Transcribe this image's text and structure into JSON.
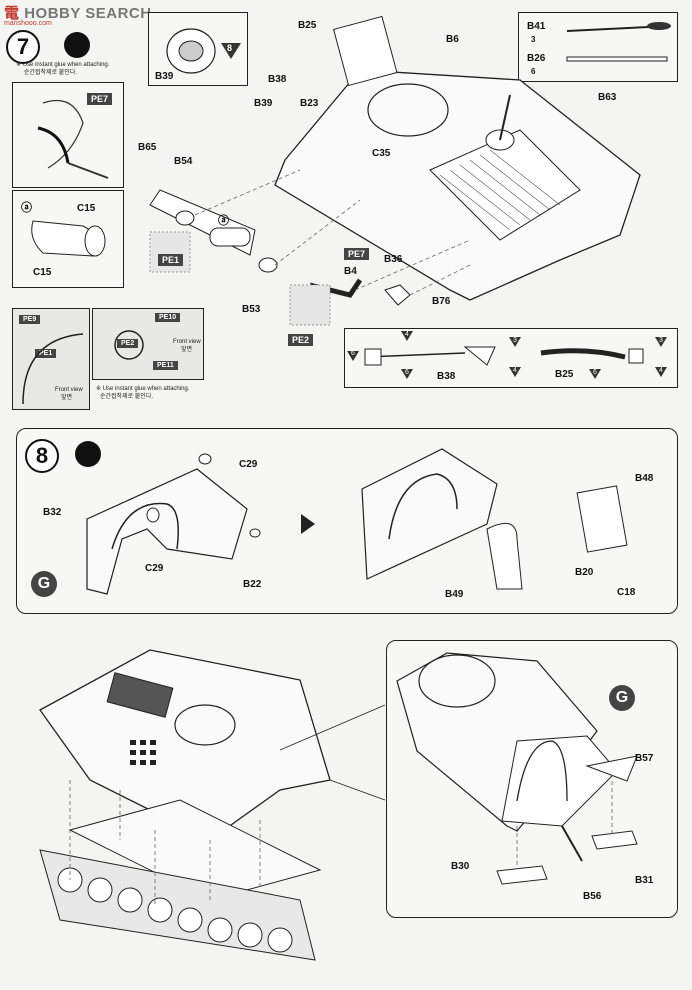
{
  "watermark": {
    "brand": "HOBBY SEARCH",
    "prefix": "電",
    "sub": "manshooo.com"
  },
  "step7": {
    "number": "7",
    "note_en": "※ Use instant glue when attaching.",
    "note_kr": "순간접착제로 붙인다.",
    "inset_tags": {
      "pe7": "PE7",
      "pe9": "PE9",
      "pe10": "PE10",
      "pe11": "PE11",
      "pe1": "PE1",
      "pe2": "PE2"
    },
    "front_view": "Front view",
    "front_view_kr": "앞면",
    "c15": "C15",
    "a_mark": "ⓐ",
    "parts": {
      "b25": "B25",
      "b6": "B6",
      "b38": "B38",
      "b39": "B39",
      "b23": "B23",
      "b63": "B63",
      "b41": "B41",
      "b26": "B26",
      "b65": "B65",
      "b54": "B54",
      "c35": "C35",
      "b36": "B36",
      "pe1": "PE1",
      "pe7": "PE7",
      "b4": "B4",
      "b76": "B76",
      "b53": "B53",
      "pe2": "PE2"
    },
    "num8": "8",
    "num3": "3",
    "num6": "6",
    "num4": "4"
  },
  "step8": {
    "number": "8",
    "g": "G",
    "parts": {
      "c29": "C29",
      "b32": "B32",
      "b22": "B22",
      "b48": "B48",
      "b20": "B20",
      "c18": "C18",
      "b49": "B49"
    }
  },
  "final": {
    "g": "G",
    "parts": {
      "b57": "B57",
      "b30": "B30",
      "b56": "B56",
      "b31": "B31"
    }
  }
}
